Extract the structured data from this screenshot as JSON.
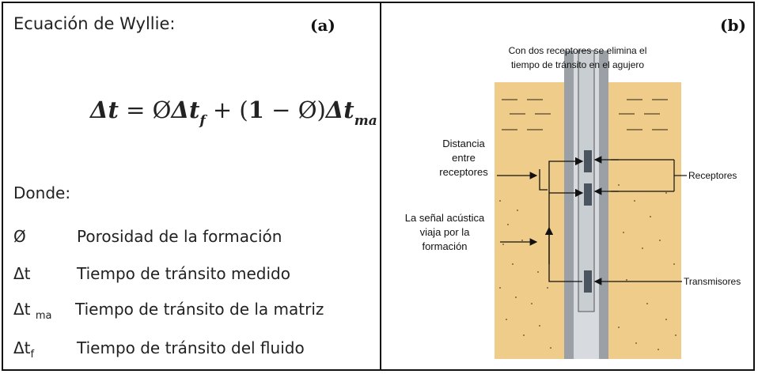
{
  "panel_a": {
    "title": "Ecuación de Wyllie:",
    "tag": "(a)",
    "equation": {
      "lhs": "Δt",
      "eq": " = ",
      "phi1": "Ø",
      "dt_f": "Δt",
      "sub_f": "f",
      "plus": " + ",
      "paren_open": "(",
      "one": "1",
      "minus": " − ",
      "phi2": "Ø",
      "paren_close": ")",
      "dt_ma": "Δt",
      "sub_ma": "ma"
    },
    "donde": "Donde:",
    "definitions": [
      {
        "symbol": "Ø",
        "subscript": "",
        "description": "Porosidad  de la formación"
      },
      {
        "symbol": "Δt",
        "subscript": "",
        "description": "Tiempo de tránsito medido"
      },
      {
        "symbol": "Δt",
        "subscript": "ma",
        "description": "Tiempo de tránsito de la matriz"
      },
      {
        "symbol": "Δt",
        "subscript": "f",
        "description": "Tiempo de tránsito del fluido"
      }
    ]
  },
  "panel_b": {
    "tag": "(b)",
    "top_note_line1": "Con dos receptores se elimina el",
    "top_note_line2": "tiempo de tránsito en el agujero",
    "distance_line1": "Distancia",
    "distance_line2": "entre",
    "distance_line3": "receptores",
    "signal_line1": "La señal acústica",
    "signal_line2": "viaja por la",
    "signal_line3": "formación",
    "receivers": "Receptores",
    "transmitters": "Transmisores",
    "colors": {
      "formation": "#f0cc8a",
      "casing": "#9aa0a6",
      "borehole": "#d7dbdf",
      "tool": "#c9ced3",
      "sensor": "#4a5560"
    }
  }
}
